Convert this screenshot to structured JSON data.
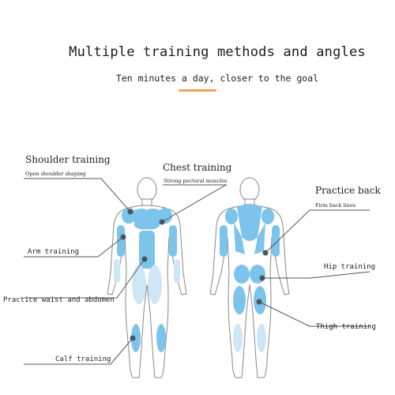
{
  "header": {
    "title": "Multiple training methods and angles",
    "subtitle": "Ten minutes a day, closer to the goal",
    "accent_color": "#f0a15a"
  },
  "labels": {
    "shoulder_training": "Shoulder training",
    "open_shoulder_shaping": "Open shoulder shaping",
    "chest_training": "Chest training",
    "strong_pectoral_muscles": "Strong pectoral muscles",
    "practice_back": "Practice back",
    "firm_back_lines": "Firm back lines",
    "arm_training": "Arm training",
    "hip_training": "Hip training",
    "practice_waist_abdomen": "Practice waist and abdomen",
    "thigh_training": "Thigh training",
    "calf_training": "Calf training"
  },
  "colors": {
    "muscle_primary": "#7cc4ec",
    "muscle_secondary": "#cfe6f6",
    "body_outline": "#888888",
    "pointer_line": "#555555",
    "marker": "#4a5560"
  }
}
